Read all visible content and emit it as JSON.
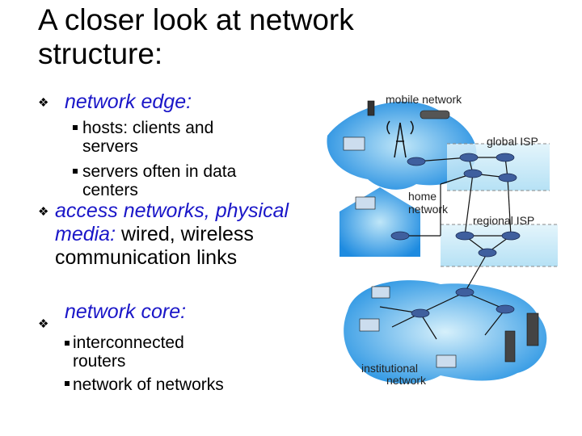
{
  "slide": {
    "title": "A closer look at network structure:",
    "bullets": [
      {
        "heading": "network edge:",
        "subs": [
          "hosts: clients and servers",
          "servers often in data centers"
        ]
      },
      {
        "heading_blue_1": "access networks,",
        "heading_blue_2": "physical media:",
        "heading_black": "wired, wireless communication links"
      },
      {
        "heading": "network core:",
        "subs": [
          "interconnected routers",
          "network of networks"
        ]
      }
    ]
  },
  "diagram": {
    "labels": {
      "mobile": "mobile network",
      "global": "global ISP",
      "home_1": "home",
      "home_2": "network",
      "regional": "regional ISP",
      "inst_1": "institutional",
      "inst_2": "network"
    },
    "colors": {
      "cloud": "#1e8be0",
      "cloud_light": "#bfe6f8",
      "router": "#3f5f9e"
    }
  }
}
